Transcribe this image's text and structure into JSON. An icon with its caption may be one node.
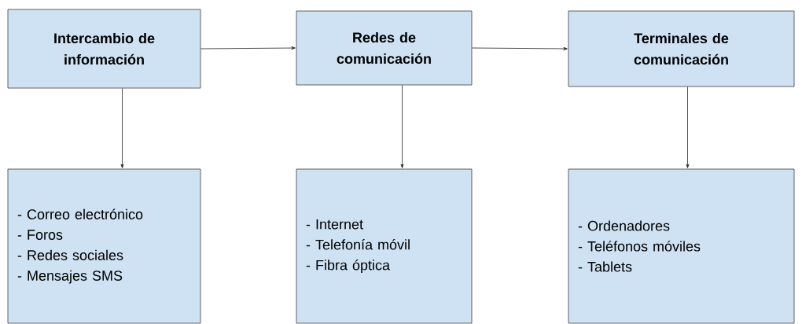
{
  "diagram": {
    "nodes": [
      {
        "text": [
          "Intercambio de información"
        ]
      },
      {
        "text": [
          "Redes de comunicación"
        ]
      },
      {
        "text": [
          "Terminales de comunicación"
        ]
      },
      {
        "text": [
          "- Correo electrónico",
          "- Foros",
          "- Redes sociales",
          "- Mensajes SMS"
        ]
      },
      {
        "text": [
          "- Internet",
          "- Telefonía móvil",
          "- Fibra óptica"
        ]
      },
      {
        "text": [
          "- Ordenadores",
          "- Teléfonos móviles",
          "- Tablets"
        ]
      }
    ],
    "edges": [
      {
        "from": 0,
        "to": 1,
        "arrow": "to"
      },
      {
        "from": 1,
        "to": 2,
        "arrow": "to"
      },
      {
        "from": 0,
        "to": 3,
        "arrow": "to"
      },
      {
        "from": 1,
        "to": 4,
        "arrow": "to"
      },
      {
        "from": 2,
        "to": 5,
        "arrow": "to"
      }
    ]
  }
}
